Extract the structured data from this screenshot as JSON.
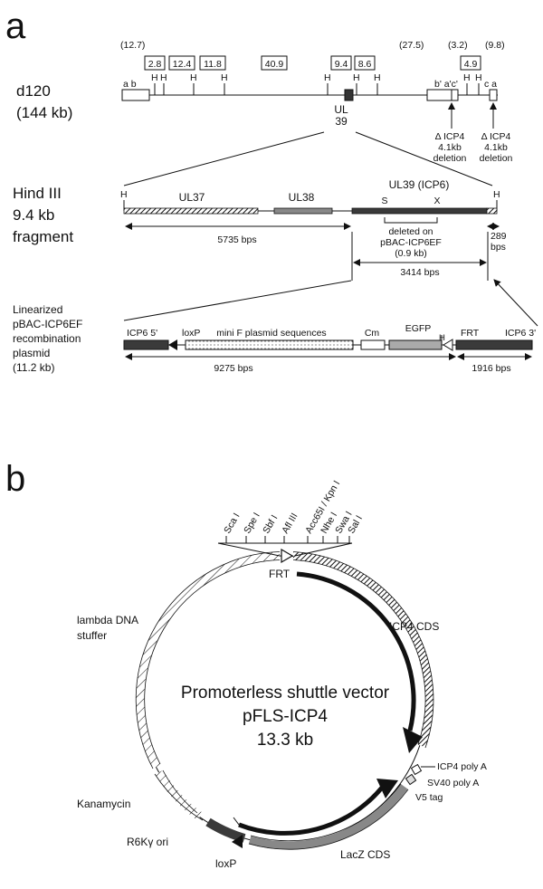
{
  "panel_a": {
    "panel_label": "a",
    "genome": {
      "name": "d120",
      "size": "(144 kb)",
      "paren_values": [
        "(12.7)",
        "(27.5)",
        "(3.2)",
        "(9.8)"
      ],
      "boxed_values": [
        "2.8",
        "12.4",
        "11.8",
        "40.9",
        "9.4",
        "8.6",
        "4.9"
      ],
      "site_label": "H",
      "repeat_labels": [
        "a b",
        "b' a'c'",
        "c a"
      ],
      "ul39_label": [
        "UL",
        "39"
      ],
      "deletion_1": [
        "Δ ICP4",
        "4.1kb",
        "deletion"
      ],
      "deletion_2": [
        "Δ ICP4",
        "4.1kb",
        "deletion"
      ]
    },
    "fragment": {
      "title": [
        "Hind III",
        "9.4 kb",
        "fragment"
      ],
      "genes": [
        "UL37",
        "UL38",
        "UL39 (ICP6)"
      ],
      "site_S": "S",
      "site_X": "X",
      "deleted_note": [
        "deleted on",
        "pBAC-ICP6EF",
        "(0.9 kb)"
      ],
      "len_left": "5735 bps",
      "len_mid": "3414 bps",
      "len_right": [
        "289",
        "bps"
      ]
    },
    "plasmid": {
      "title": [
        "Linearized",
        "pBAC-ICP6EF",
        "recombination",
        "plasmid",
        "(11.2 kb)"
      ],
      "labels": [
        "ICP6  5'",
        "loxP",
        "mini F plasmid sequences",
        "Cm",
        "EGFP",
        "FRT",
        "ICP6  3'"
      ],
      "len_left": "9275 bps",
      "len_right": "1916 bps"
    }
  },
  "panel_b": {
    "panel_label": "b",
    "center_title": [
      "Promoterless shuttle vector",
      "pFLS-ICP4",
      "13.3 kb"
    ],
    "mcs_sites": [
      "Sca I",
      "Spe I",
      "Sbf I",
      "Afl III",
      "Acc65I / Kpn I",
      "Nhe I",
      "Swa I",
      "Sal I"
    ],
    "labels": {
      "frt": "FRT",
      "lambda": [
        "lambda DNA",
        "stuffer"
      ],
      "icp4_cds": "ICP4 CDS",
      "icp4_polya": "ICP4 poly A",
      "sv40_polya": "SV40 poly A",
      "v5_tag": "V5 tag",
      "kanamycin": "Kanamycin",
      "r6k": "R6Kγ ori",
      "loxp": "loxP",
      "lacz_cds": "LacZ CDS"
    }
  }
}
